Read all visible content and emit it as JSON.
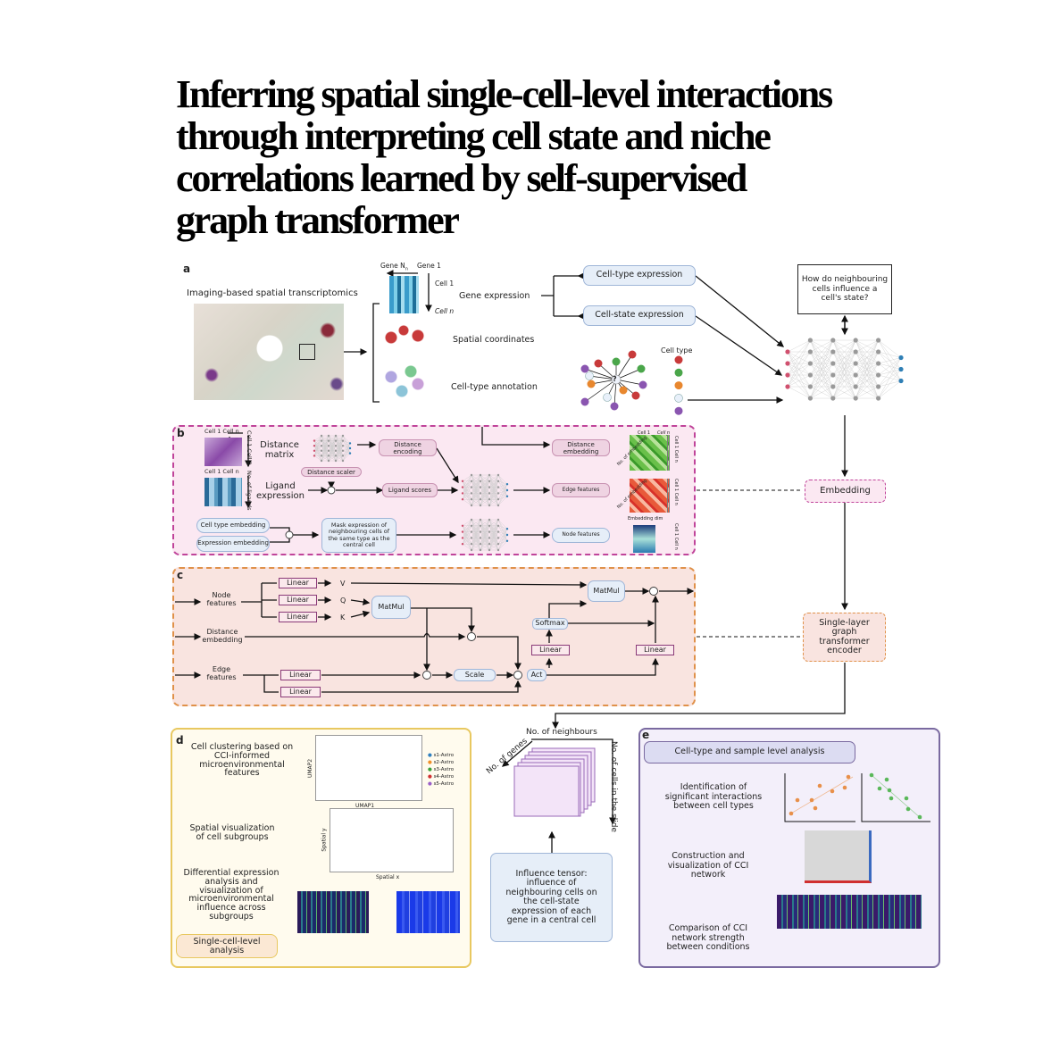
{
  "title_lines": [
    "Inferring spatial single-cell-level interactions",
    "through interpreting cell state and niche",
    "correlations learned by self-supervised",
    "graph transformer"
  ],
  "colors": {
    "panel_b_border": "#c0449a",
    "panel_c_border": "#e0914a",
    "panel_d_border": "#e8c860",
    "panel_e_border": "#7a6aa0",
    "input_node": "#d0506e",
    "output_node": "#2f7fb5",
    "hidden_node": "#999999"
  },
  "panel_a": {
    "label": "a",
    "imaging": "Imaging-based spatial transcriptomics",
    "gene_nn": "Gene N",
    "gene_nn_sub": "n",
    "gene_1": "Gene 1",
    "cell_1": "Cell 1",
    "cell_n": "Cell n",
    "gene_expression": "Gene expression",
    "spatial_coordinates": "Spatial coordinates",
    "cell_type_annotation": "Cell-type annotation",
    "cell_type_expression": "Cell-type expression",
    "cell_state_expression": "Cell-state expression",
    "cell_type_legend": "Cell type",
    "question": "How do neighbouring cells influence a cell's state?",
    "center_symbol": "?",
    "cell_type_colors": [
      "#c83a3a",
      "#4aa64a",
      "#e8872e",
      "#e8f0fa",
      "#8a55b0"
    ]
  },
  "panel_b": {
    "label": "b",
    "cell1_celln_top": "Cell 1  Cell n",
    "cell1_cell2": "Cell 1 Cell 2",
    "cell1_celln_mid": "Cell 1  Cell n",
    "no_ligands": "No. of ligands",
    "distance_matrix": "Distance matrix",
    "ligand_expression": "Ligand expression",
    "distance_scaler": "Distance scaler",
    "times": "×",
    "plus": "+",
    "distance_encoding": "Distance encoding",
    "ligand_scores": "Ligand scores",
    "distance_embedding": "Distance embedding",
    "edge_features": "Edge features",
    "node_features": "Node features",
    "cell_type_embedding": "Cell type embedding",
    "expression_embedding": "Expression embedding",
    "mask": "Mask expression of neighbouring cells of the same type as the central cell",
    "no_embedding": "No. of embedding",
    "embedding_dim": "Embedding dim",
    "cell_1": "Cell 1",
    "cell_n": "Cell n",
    "cell1_celln_v": "Cell 1 Cell n",
    "embedding": "Embedding"
  },
  "panel_c": {
    "label": "c",
    "node_features": "Node features",
    "distance_embedding": "Distance embedding",
    "edge_features": "Edge features",
    "linear": "Linear",
    "v": "V",
    "q": "Q",
    "k": "K",
    "matmul": "MatMul",
    "softmax": "Softmax",
    "scale": "Scale",
    "act": "Act",
    "times": "×",
    "plus": "+",
    "encoder": "Single-layer graph transformer encoder"
  },
  "panel_d": {
    "label": "d",
    "clustering": "Cell clustering based on CCI-informed microenvironmental features",
    "spatial_vis": "Spatial visualization of cell subgroups",
    "diff_expr": "Differential expression analysis and visualization of microenvironmental influence across subgroups",
    "single_cell": "Single-cell-level analysis",
    "umap1": "UMAP1",
    "umap2": "UMAP2",
    "spatial_x": "Spatial x",
    "spatial_y": "Spatial y",
    "legend": [
      {
        "name": "s1-Astro",
        "color": "#2f7fbf"
      },
      {
        "name": "s2-Astro",
        "color": "#f0902a"
      },
      {
        "name": "s3-Astro",
        "color": "#3aa03a"
      },
      {
        "name": "s4-Astro",
        "color": "#d03030"
      },
      {
        "name": "s5-Astro",
        "color": "#9a60c8"
      }
    ]
  },
  "tensor": {
    "no_neighbours": "No. of neighbours",
    "no_genes": "No. of genes",
    "no_cells": "No. of cells in the slide",
    "influence": "Influence tensor: influence of neighbouring cells on the cell-state expression of each gene in a central cell"
  },
  "panel_e": {
    "label": "e",
    "header": "Cell-type and sample level analysis",
    "identification": "Identification of significant interactions between cell types",
    "construction": "Construction and visualization of CCI network",
    "comparison": "Comparison of CCI network strength between conditions"
  }
}
